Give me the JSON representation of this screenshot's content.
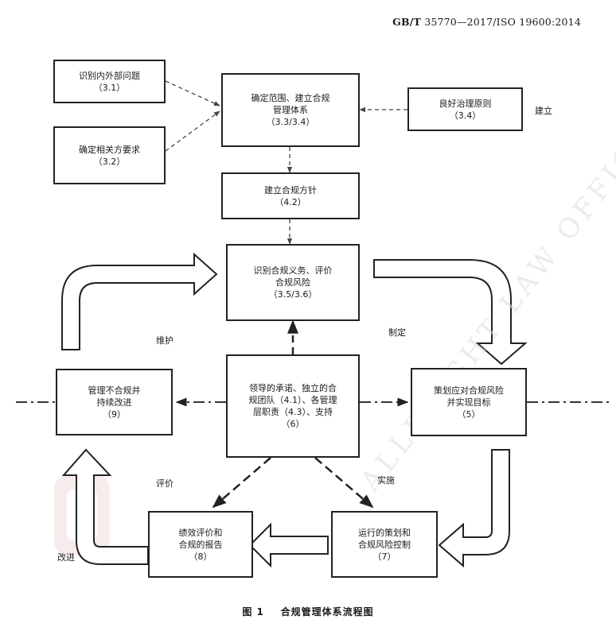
{
  "header": {
    "std_bold": "GB/T",
    "std_rest": " 35770—2017/ISO 19600:2014"
  },
  "boxes": {
    "identify_issues": {
      "line1": "识别内外部问题",
      "ref": "（3.1）"
    },
    "determine_req": {
      "line1": "确定相关方要求",
      "ref": "（3.2）"
    },
    "scope": {
      "line1": "确定范围、建立合规",
      "line2": "管理体系",
      "ref": "（3.3/3.4）"
    },
    "governance": {
      "line1": "良好治理原则",
      "ref": "（3.4）"
    },
    "policy": {
      "line1": "建立合规方针",
      "ref": "（4.2）"
    },
    "obligations": {
      "line1": "识别合规义务、评价",
      "line2": "合规风险",
      "ref": "（3.5/3.6）"
    },
    "leadership": {
      "line1": "领导的承诺、独立的合",
      "line2": "规团队（4.1）、各管理",
      "line3": "层职责（4.3）、支持",
      "ref": "（6）"
    },
    "noncompliance": {
      "line1": "管理不合规并",
      "line2": "持续改进",
      "ref": "（9）"
    },
    "planning": {
      "line1": "策划应对合规风险",
      "line2": "并实现目标",
      "ref": "（5）"
    },
    "operation": {
      "line1": "运行的策划和",
      "line2": "合规风险控制",
      "ref": "（7）"
    },
    "evaluation": {
      "line1": "绩效评价和",
      "line2": "合规的报告",
      "ref": "（8）"
    }
  },
  "labels": {
    "establish": "建立",
    "maintain": "维护",
    "formulate": "制定",
    "evaluate": "评价",
    "implement": "实施",
    "improve": "改进"
  },
  "caption": {
    "figure": "图 1",
    "title": "合规管理体系流程图"
  },
  "colors": {
    "line": "#222222",
    "watermark": "#d9d9d9",
    "seal": "#f0dede"
  }
}
